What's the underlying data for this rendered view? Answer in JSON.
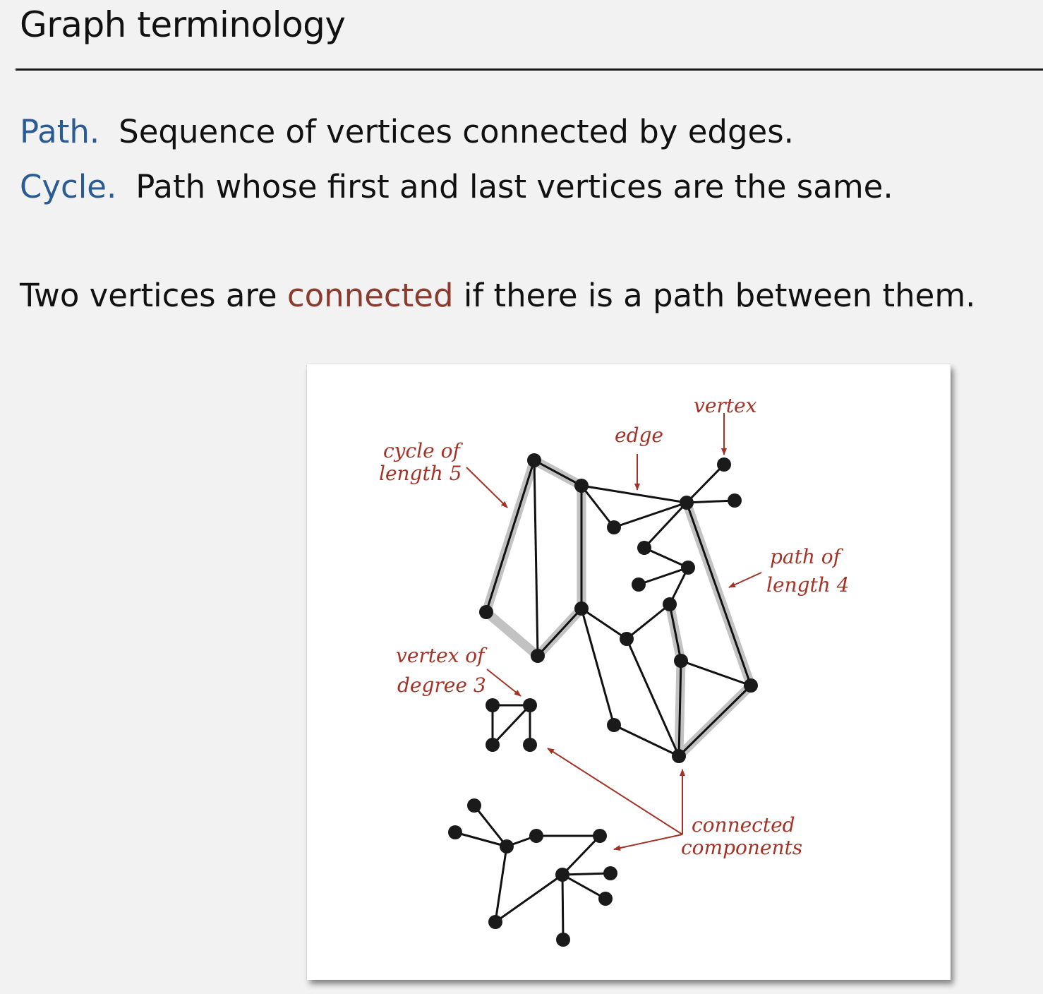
{
  "title": "Graph terminology",
  "definitions": [
    {
      "term": "Path.",
      "text": "Sequence of vertices connected by edges."
    },
    {
      "term": "Cycle.",
      "text": "Path whose first and last vertices are the same."
    }
  ],
  "statement": {
    "before": "Two vertices are",
    "highlight": "connected",
    "after": "if there is a path between them."
  },
  "figure": {
    "annotations": {
      "cycle_l1": "cycle of",
      "cycle_l2": "length 5",
      "edge": "edge",
      "vertex": "vertex",
      "path_l1": "path of",
      "path_l2": "length 4",
      "degree_l1": "vertex of",
      "degree_l2": "degree 3",
      "cc_l1": "connected",
      "cc_l2": "components"
    }
  },
  "colors": {
    "term": "#2a5b95",
    "highlight": "#8b3a2e",
    "annotation": "#a33326",
    "path_highlight": "#c2c2c2",
    "edge": "#111111"
  }
}
